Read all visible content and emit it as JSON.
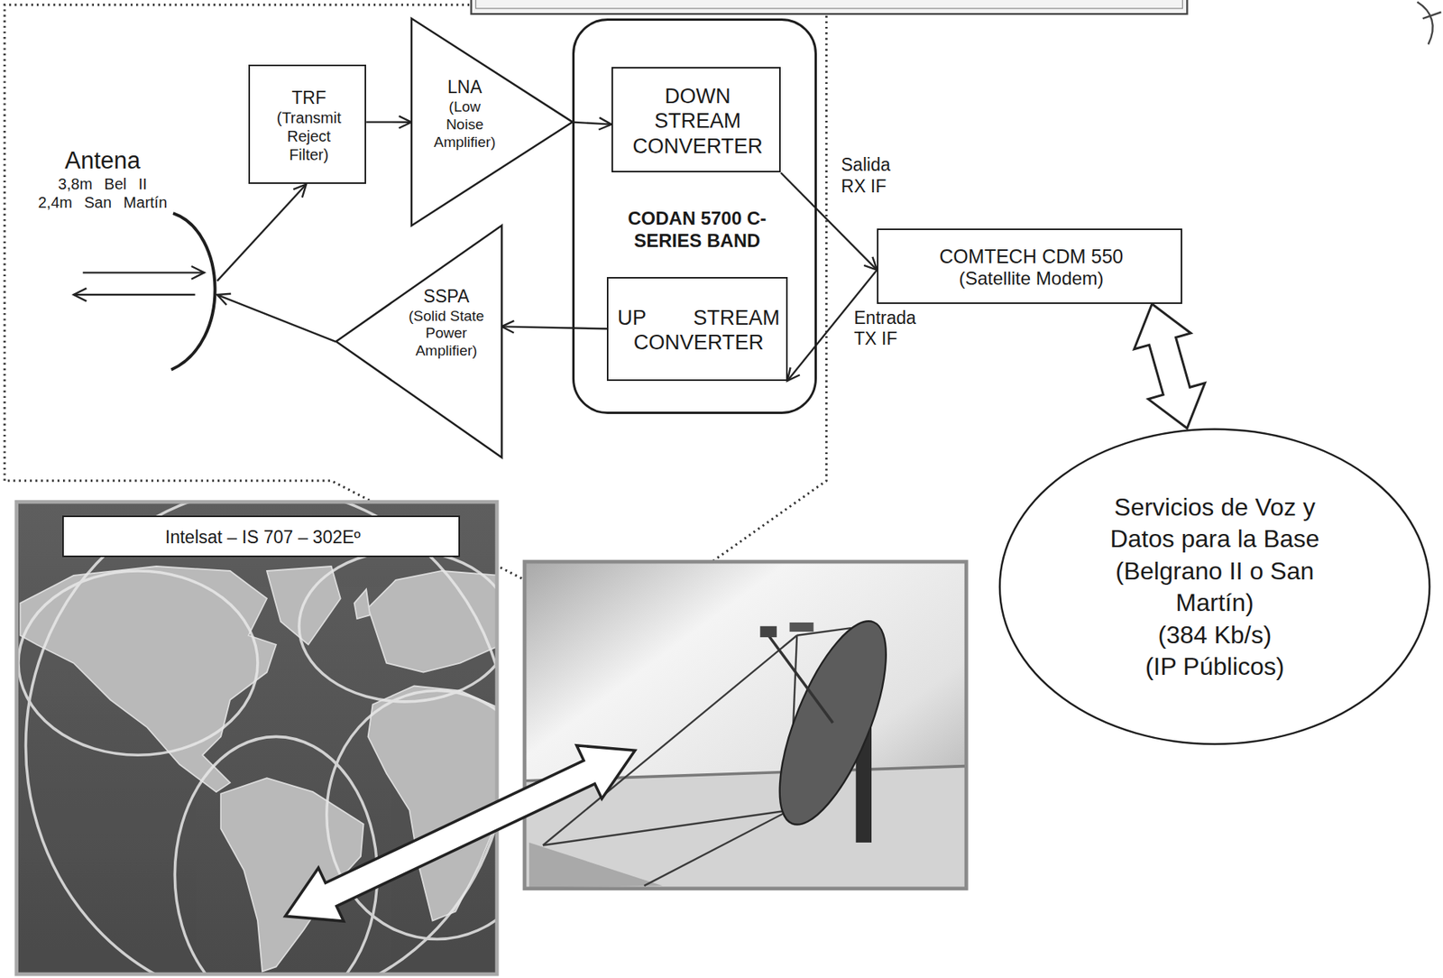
{
  "diagram": {
    "nodes": [
      {
        "text": [
          "Antena",
          "3,8m Bel II 2,4m San Martín"
        ]
      },
      {
        "text": [
          "TRF",
          "(Transmit Reject Filter)"
        ]
      },
      {
        "text": [
          "LNA",
          "(Low Noise Amplifier)"
        ]
      },
      {
        "text": [
          "CODAN 5700 C-SERIES BAND"
        ]
      },
      {
        "text": [
          "DOWN STREAM CONVERTER"
        ],
        "in": 3
      },
      {
        "text": [
          "UP STREAM CONVERTER"
        ],
        "in": 3
      },
      {
        "text": [
          "SSPA",
          "(Solid State Power Amplifier)"
        ]
      },
      {
        "text": [
          "COMTECH CDM 550",
          "(Satellite Modem)"
        ]
      },
      {
        "text": [
          "Servicios de Voz y Datos para la Base (Belgrano II o San Martín)",
          "(384 Kb/s)",
          "(IP Públicos)"
        ]
      },
      {
        "text": [
          "Intelsat – IS 707 – 302Eº"
        ]
      }
    ],
    "edges": [
      {
        "from": 0,
        "to": 1,
        "arrow": "to"
      },
      {
        "from": 1,
        "to": 2,
        "arrow": "to"
      },
      {
        "from": 2,
        "to": 4,
        "arrow": "to"
      },
      {
        "from": 4,
        "to": 7,
        "label": "Salida RX IF",
        "arrow": "to"
      },
      {
        "from": 7,
        "to": 5,
        "label": "Entrada TX IF",
        "arrow": "to"
      },
      {
        "from": 5,
        "to": 6,
        "arrow": "to"
      },
      {
        "from": 6,
        "to": 0,
        "arrow": "to"
      },
      {
        "from": 7,
        "to": 8,
        "arrow": "both"
      }
    ]
  }
}
